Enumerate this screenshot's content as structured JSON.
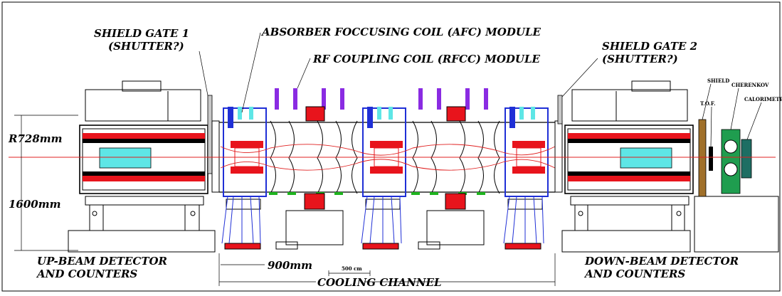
{
  "labels": {
    "shield_gate_1": "SHIELD GATE 1",
    "shutter_1": "(SHUTTER?)",
    "afc_module": "ABSORBER FOCCUSING COIL (AFC) MODULE",
    "rfcc_module": "RF COUPLING COIL (RFCC) MODULE",
    "shield_gate_2": "SHIELD GATE 2",
    "shutter_2": "(SHUTTER?)",
    "radius": "R728mm",
    "height": "1600mm",
    "width_900": "900mm",
    "up_beam_1": "UP-BEAM DETECTOR",
    "up_beam_2": "AND COUNTERS",
    "down_beam_1": "DOWN-BEAM DETECTOR",
    "down_beam_2": "AND COUNTERS",
    "cooling_channel": "COOLING CHANNEL",
    "shield_small": "SHIELD",
    "tof_small": "T.O.F.",
    "cherenkov_small": "CHERENKOV",
    "calorimeter_small": "CALORIMETER",
    "scale_small": "500 cm"
  },
  "colors": {
    "magnet_red": "#e8141c",
    "cyan_absorber": "#5ee6e6",
    "rf_purple": "#8a2be2",
    "coupling_blue": "#1f2fd6",
    "green_window": "#1fb41f",
    "brown_shield": "#a0702a",
    "green_cherenkov": "#1f9d4f",
    "teal_calorimeter": "#1e6e63",
    "beam_line": "#e02020"
  }
}
